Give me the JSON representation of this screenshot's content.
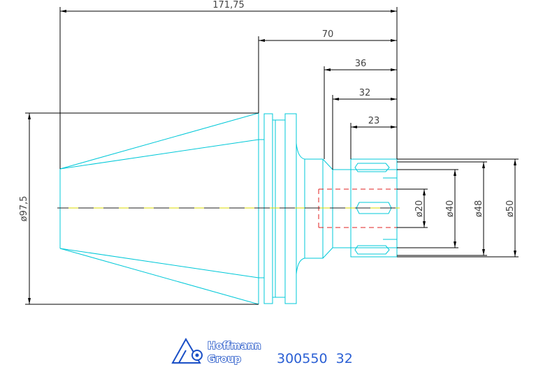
{
  "dimensions": {
    "overall_length": "171,75",
    "length_70": "70",
    "length_36": "36",
    "length_32": "32",
    "length_23": "23",
    "diameter_97_5": "ø97,5",
    "diameter_20": "ø20",
    "diameter_40": "ø40",
    "diameter_48": "ø48",
    "diameter_50": "ø50"
  },
  "logo": {
    "line1": "Hoffmann",
    "line2": "Group"
  },
  "part_number": "300550  32",
  "colors": {
    "outline": "#00c8d8",
    "dimension": "#000000",
    "centerline": "#d8d800",
    "hidden": "#e02020",
    "brand": "#1a4fc6"
  }
}
